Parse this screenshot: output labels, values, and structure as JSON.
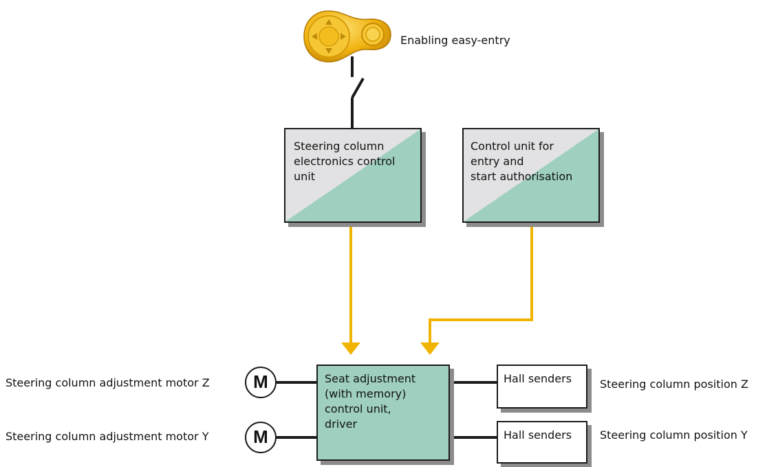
{
  "switch_label": "Enabling easy-entry",
  "colors": {
    "yellow_signal": "#f0b400",
    "ecu_grey": "#e2e2e4",
    "ecu_green": "#9ecfbf",
    "wire": "#1a1a1a"
  },
  "icons": {
    "key_fob": "key-fob-icon",
    "switch": "switch-contact-icon",
    "motor": "motor-icon"
  },
  "units": {
    "steering_ecu": {
      "line1": "Steering column",
      "line2": "electronics control",
      "line3": "unit"
    },
    "entry_ecu": {
      "line1": "Control unit for",
      "line2": "entry and",
      "line3": "start authorisation"
    },
    "seat_ecu": {
      "line1": "Seat adjustment",
      "line2": "(with memory)",
      "line3": "control unit,",
      "line4": "driver"
    }
  },
  "motors": [
    {
      "symbol": "M",
      "label": "Steering column adjustment motor Z"
    },
    {
      "symbol": "M",
      "label": "Steering column adjustment motor Y"
    }
  ],
  "senders": [
    {
      "box": "Hall senders",
      "label": "Steering column position Z"
    },
    {
      "box": "Hall senders",
      "label": "Steering column position Y"
    }
  ]
}
